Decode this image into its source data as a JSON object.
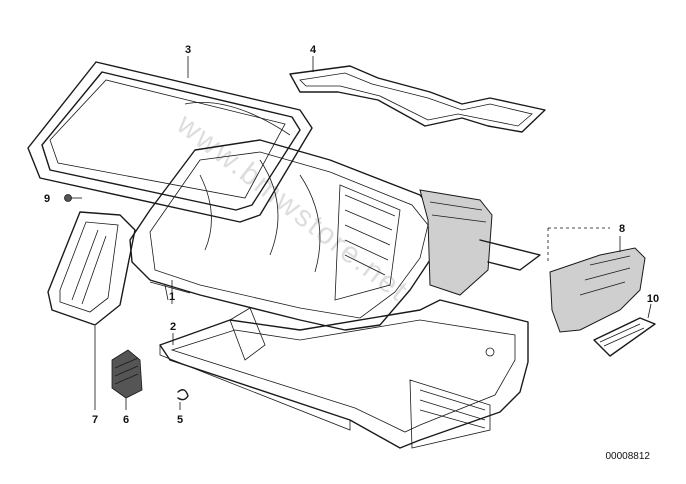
{
  "diagram": {
    "callouts": [
      {
        "id": "3",
        "label": "3"
      },
      {
        "id": "4",
        "label": "4"
      },
      {
        "id": "9",
        "label": "9"
      },
      {
        "id": "8",
        "label": "8"
      },
      {
        "id": "10",
        "label": "10"
      },
      {
        "id": "1",
        "label": "1"
      },
      {
        "id": "2",
        "label": "2"
      },
      {
        "id": "7",
        "label": "7"
      },
      {
        "id": "6",
        "label": "6"
      },
      {
        "id": "5",
        "label": "5"
      }
    ],
    "watermark": "www.bmwstore.net",
    "catalog_number": "00008812"
  }
}
